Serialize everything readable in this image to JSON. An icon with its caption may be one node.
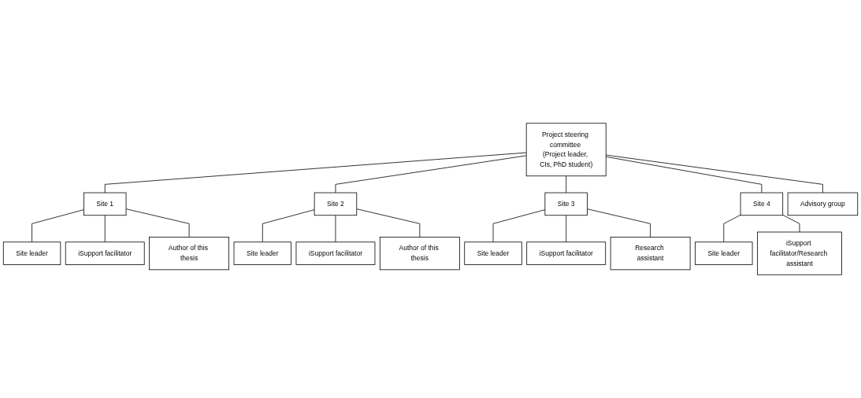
{
  "diagram": {
    "nodes": [
      {
        "text": [
          "Project steering committee (Project leader, CIs, PhD student)"
        ]
      },
      {
        "text": [
          "Advisory group"
        ]
      },
      {
        "text": [
          "Site 1"
        ]
      },
      {
        "text": [
          "Site 2"
        ]
      },
      {
        "text": [
          "Site 3"
        ]
      },
      {
        "text": [
          "Site 4"
        ]
      },
      {
        "text": [
          "Site leader"
        ]
      },
      {
        "text": [
          "iSupport facilitator"
        ]
      },
      {
        "text": [
          "Author of this thesis"
        ]
      },
      {
        "text": [
          "Site leader"
        ]
      },
      {
        "text": [
          "iSupport facilitator"
        ]
      },
      {
        "text": [
          "Author of this thesis"
        ]
      },
      {
        "text": [
          "Site leader"
        ]
      },
      {
        "text": [
          "iSupport facilitator"
        ]
      },
      {
        "text": [
          "Research assistant"
        ]
      },
      {
        "text": [
          "Site leader"
        ]
      },
      {
        "text": [
          "iSupport facilitator/Research assistant"
        ]
      }
    ],
    "edges": [
      {
        "from": 0,
        "to": 1,
        "arrow": "none"
      },
      {
        "from": 0,
        "to": 2,
        "arrow": "none"
      },
      {
        "from": 0,
        "to": 3,
        "arrow": "none"
      },
      {
        "from": 0,
        "to": 4,
        "arrow": "none"
      },
      {
        "from": 0,
        "to": 5,
        "arrow": "none"
      },
      {
        "from": 2,
        "to": 6,
        "arrow": "none"
      },
      {
        "from": 2,
        "to": 7,
        "arrow": "none"
      },
      {
        "from": 2,
        "to": 8,
        "arrow": "none"
      },
      {
        "from": 3,
        "to": 9,
        "arrow": "none"
      },
      {
        "from": 3,
        "to": 10,
        "arrow": "none"
      },
      {
        "from": 3,
        "to": 11,
        "arrow": "none"
      },
      {
        "from": 4,
        "to": 12,
        "arrow": "none"
      },
      {
        "from": 4,
        "to": 13,
        "arrow": "none"
      },
      {
        "from": 4,
        "to": 14,
        "arrow": "none"
      },
      {
        "from": 5,
        "to": 15,
        "arrow": "none"
      },
      {
        "from": 5,
        "to": 16,
        "arrow": "none"
      }
    ]
  }
}
